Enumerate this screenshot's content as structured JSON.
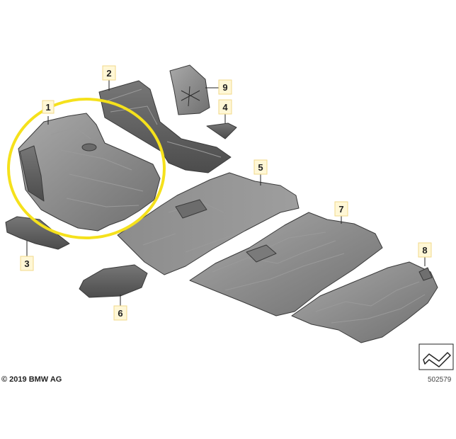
{
  "callouts": [
    {
      "label": "1"
    },
    {
      "label": "2"
    },
    {
      "label": "3"
    },
    {
      "label": "4"
    },
    {
      "label": "5"
    },
    {
      "label": "6"
    },
    {
      "label": "7"
    },
    {
      "label": "8"
    },
    {
      "label": "9"
    }
  ],
  "footer": {
    "copyright": "© 2019 BMW AG",
    "reference": "502579"
  },
  "colors": {
    "highlight": "#f5e11c",
    "part_fill_light": "#8a8a8a",
    "part_fill_dark": "#5e5e5e",
    "callout_box": "#fff7d6"
  }
}
